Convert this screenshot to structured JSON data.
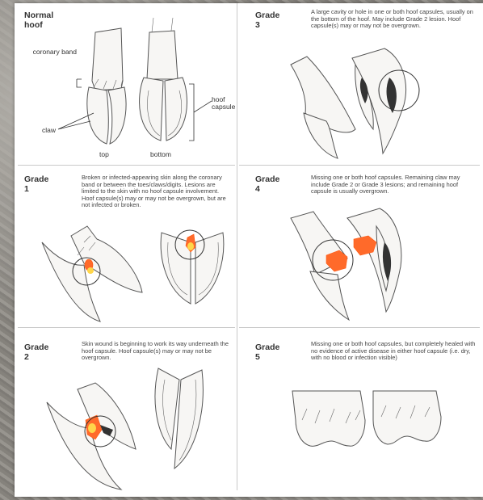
{
  "normal": {
    "title": "Normal hoof",
    "label_coronary_band": "coronary band",
    "label_hoof_capsule": "hoof capsule",
    "label_claw": "claw",
    "label_top": "top",
    "label_bottom": "bottom"
  },
  "grade1": {
    "title": "Grade 1",
    "desc": "Broken or infected-appearing skin along the coronary band or between the toes/claws/digits. Lesions are limited to the skin with no hoof capsule involvement. Hoof capsule(s) may or may not be overgrown, but are not infected or broken."
  },
  "grade2": {
    "title": "Grade 2",
    "desc": "Skin wound is beginning to work its way underneath the hoof capsule. Hoof capsule(s) may or may not be overgrown."
  },
  "grade3": {
    "title": "Grade 3",
    "desc": "A large cavity or hole in one or both hoof capsules, usually on the bottom of the hoof. May include Grade 2 lesion. Hoof capsule(s) may or may not be overgrown."
  },
  "grade4": {
    "title": "Grade 4",
    "desc": "Missing one or both hoof capsules. Remaining claw may include Grade 2 or Grade 3 lesions; and remaining hoof capsule is usually overgrown."
  },
  "grade5": {
    "title": "Grade 5",
    "desc": "Missing one or both hoof capsules, but completely healed with no evidence of active disease in either hoof capsule (i.e. dry, with no blood or infection visible)"
  },
  "colors": {
    "lesion": "#ff6a2a",
    "lesion_core": "#ffd64a",
    "divider": "#c9c9c9"
  }
}
